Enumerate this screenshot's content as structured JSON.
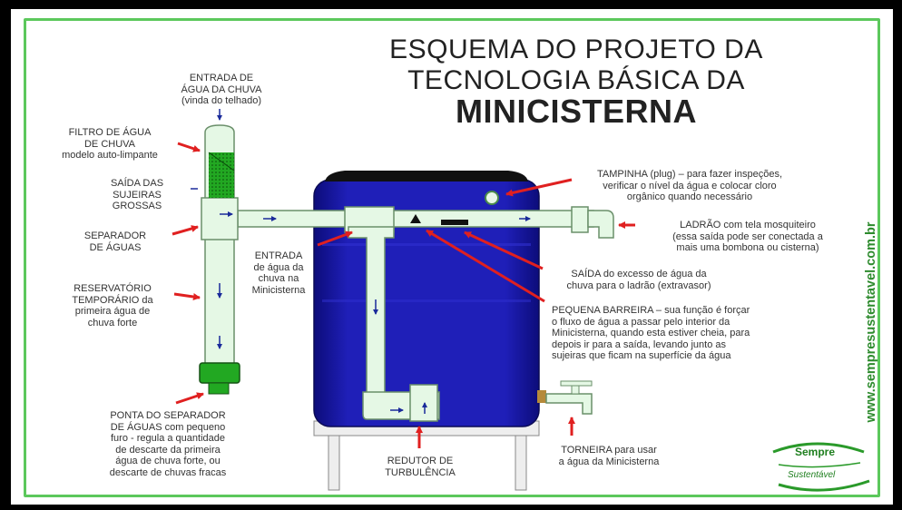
{
  "title": {
    "line1": "ESQUEMA DO PROJETO DA",
    "line2": "TECNOLOGIA BÁSICA DA",
    "line3": "MINICISTERNA"
  },
  "labels": {
    "entrada_agua": [
      "ENTRADA DE",
      "ÁGUA DA CHUVA",
      "(vinda do telhado)"
    ],
    "filtro": [
      "FILTRO DE ÁGUA",
      "DE CHUVA",
      "modelo auto-limpante"
    ],
    "saida_sujeiras": [
      "SAÍDA DAS",
      "SUJEIRAS",
      "GROSSAS"
    ],
    "separador": [
      "SEPARADOR",
      "DE ÁGUAS"
    ],
    "reservatorio": [
      "RESERVATÓRIO",
      "TEMPORÁRIO da",
      "primeira água de",
      "chuva forte"
    ],
    "ponta_separador": [
      "PONTA DO SEPARADOR",
      "DE ÁGUAS com pequeno",
      "furo - regula a quantidade",
      "de descarte da primeira",
      "água de chuva forte, ou",
      "descarte de chuvas fracas"
    ],
    "entrada_minicisterna": [
      "ENTRADA",
      "de água da",
      "chuva na",
      "Minicisterna"
    ],
    "tampinha": [
      "TAMPINHA (plug) – para fazer inspeções,",
      "verificar o nível da água e colocar cloro",
      "orgânico quando necessário"
    ],
    "ladrao": [
      "LADRÃO com tela mosquiteiro",
      "(essa saída pode ser conectada a",
      "mais uma bombona ou cisterna)"
    ],
    "saida_excesso": [
      "SAÍDA do excesso de água da",
      "chuva para o ladrão (extravasor)"
    ],
    "pequena_barreira": [
      "PEQUENA BARREIRA – sua função é forçar",
      "o fluxo de água a passar pelo interior da",
      "Minicisterna, quando esta estiver cheia, para",
      "depois ir para a saída, levando junto as",
      "sujeiras que ficam na superfície da água"
    ],
    "redutor": [
      "REDUTOR DE",
      "TURBULÊNCIA"
    ],
    "torneira": [
      "TORNEIRA para usar",
      "a água da Minicisterna"
    ]
  },
  "website": "www.sempresustentavel.com.br",
  "logo": {
    "line1": "Sempre",
    "line2": "Sustentável"
  },
  "colors": {
    "tank": "#1a1aa8",
    "pipe": "#d9f5d9",
    "pipe_stroke": "#6a8f6a",
    "arrow": "#e02020",
    "border": "#5cc85c",
    "filter": "#22a822"
  }
}
